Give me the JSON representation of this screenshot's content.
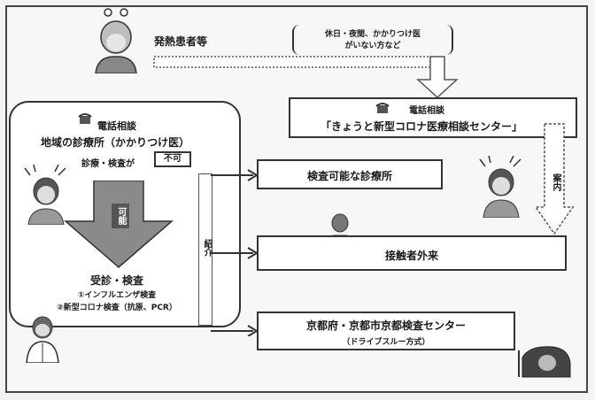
{
  "patient": {
    "label": "発熱患者等"
  },
  "note": {
    "line1": "休日・夜間、かかりつけ医",
    "line2": "がいない方など"
  },
  "center": {
    "phone_label": "電話相談",
    "title": "「きょうと新型コロナ医療相談センター」"
  },
  "clinic": {
    "phone_label": "電話相談",
    "title": "地域の診療所（かかりつけ医）",
    "exam_prefix": "診療・検査が",
    "not_possible": "不可",
    "possible": "可能",
    "result_title": "受診・検査",
    "result_line1": "①インフルエンザ検査",
    "result_line2": "②新型コロナ検査（抗原、PCR）"
  },
  "referral": {
    "label": "紹介"
  },
  "guide": {
    "label": "案内"
  },
  "destinations": [
    {
      "title": "検査可能な診療所",
      "sub": ""
    },
    {
      "title": "接触者外来",
      "sub": ""
    },
    {
      "title": "京都府・京都市京都検査センター",
      "sub": "（ドライブスルー方式）"
    }
  ]
}
